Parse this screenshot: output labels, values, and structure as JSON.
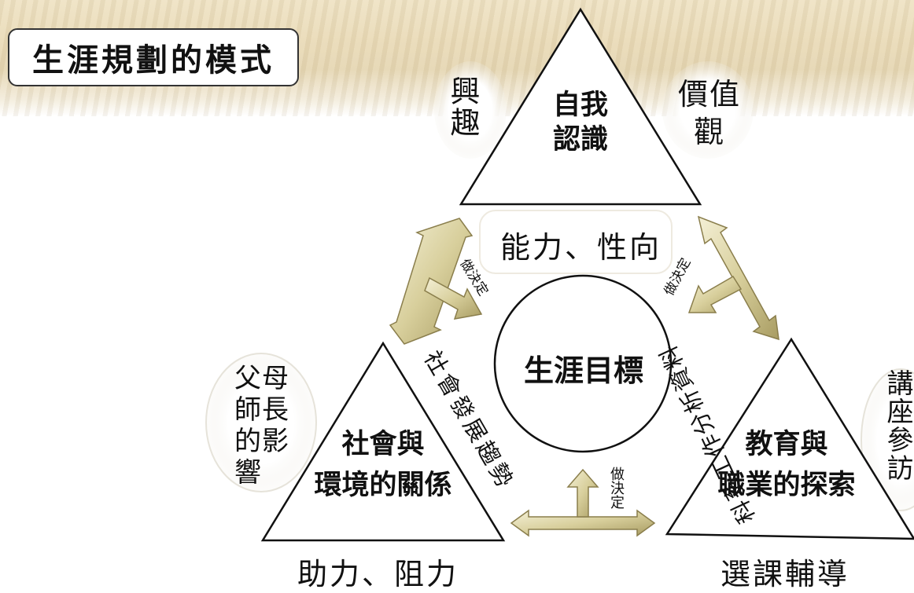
{
  "title": "生涯規劃的模式",
  "center": "生涯目標",
  "self_awareness": {
    "line1": "自我",
    "line2": "認識",
    "left": "興趣",
    "right": "價值觀",
    "bottom": "能力、性向"
  },
  "society": {
    "line1": "社會與",
    "line2": "環境的關係",
    "left": "父母師長的影響",
    "bottom": "助力、阻力",
    "side": "社會發展趨勢"
  },
  "education": {
    "line1": "教育與",
    "line2": "職業的探索",
    "right": "講座參訪",
    "bottom": "選課輔導",
    "side": "科系工作分析資料"
  },
  "decision": "做決定"
}
